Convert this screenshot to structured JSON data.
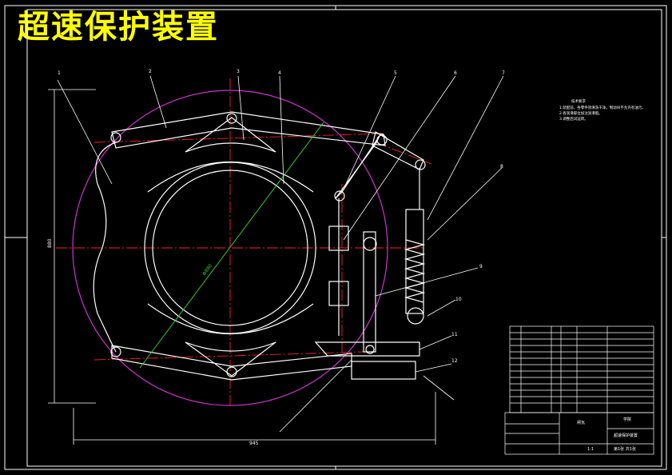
{
  "title": "超速保护装置",
  "colors": {
    "background": "#000000",
    "frame": "#ffffff",
    "title": "#ffff00",
    "centerline": "#ff2020",
    "rotation_circle": "#cc33cc",
    "dimension": "#33cc33"
  },
  "callouts": [
    "1",
    "2",
    "3",
    "4",
    "5",
    "6",
    "7",
    "8",
    "9",
    "10",
    "11",
    "12"
  ],
  "dimensions": {
    "diagonal": "Φ880",
    "width": "945",
    "height": "880"
  },
  "notes": {
    "heading": "技术要求",
    "lines": [
      "1.装配前，各零件须清洗干净，制动块不允许有油污。",
      "2.各润滑部位加注润滑脂。",
      "3.调整后试运转。"
    ]
  },
  "title_block": {
    "drawing_name": "闸瓦",
    "org": "学院",
    "subtitle": "超速保护装置",
    "scale": "1:1",
    "sheet": "第1张 共1张"
  }
}
